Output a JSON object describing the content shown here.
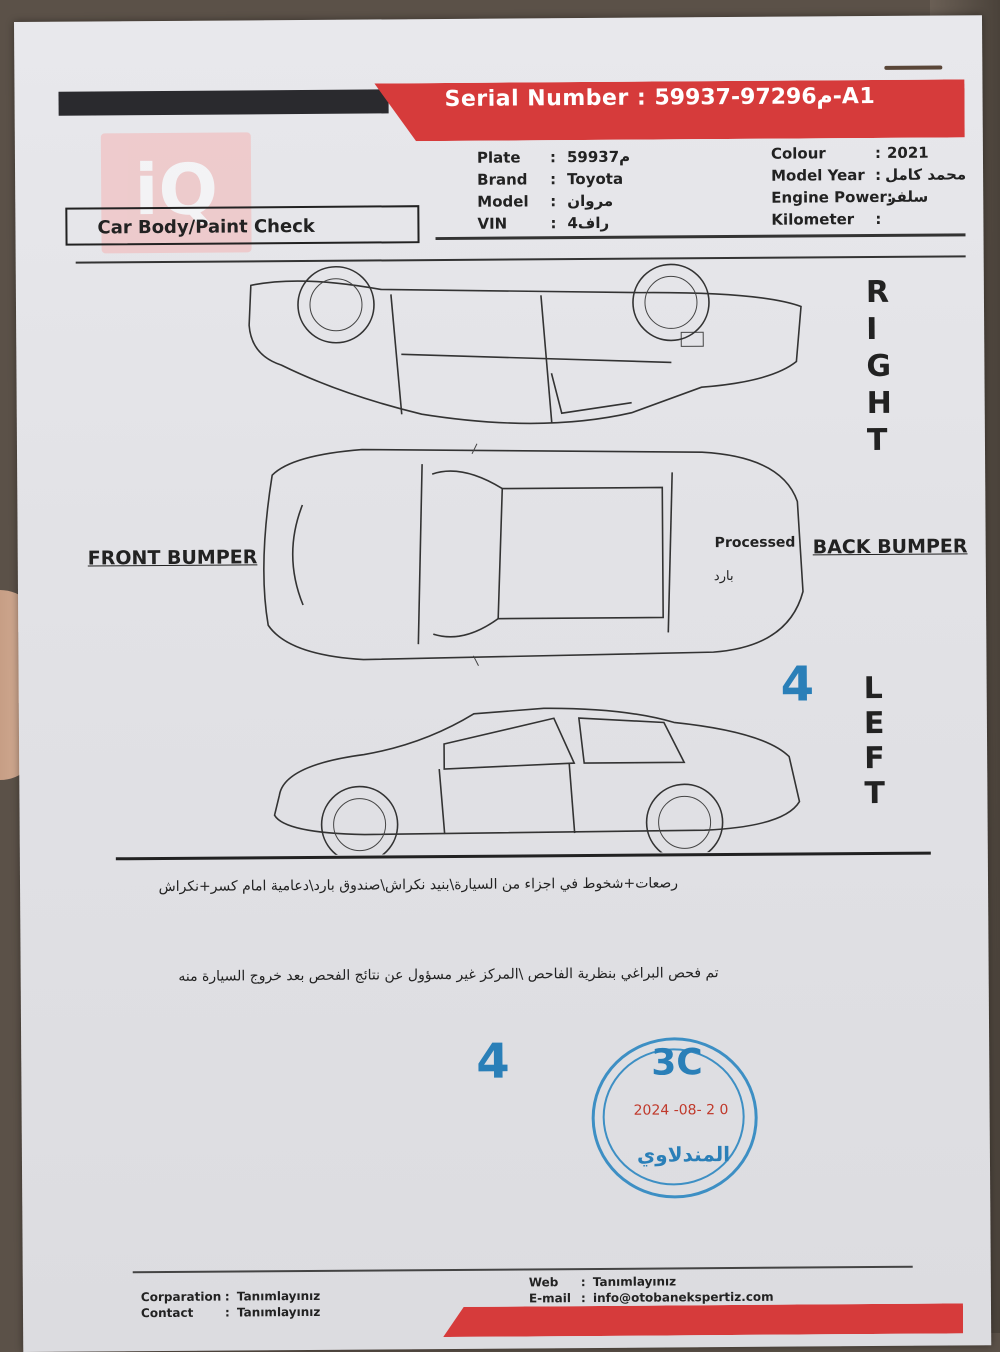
{
  "header": {
    "serial_label": "Serial Number :",
    "serial_value": "م97296-59937-A1",
    "logo_text": "iQ",
    "title": "Car Body/Paint Check"
  },
  "vehicle": {
    "plate_label": "Plate",
    "plate_value": "م59937",
    "brand_label": "Brand",
    "brand_value": "Toyota",
    "model_label": "Model",
    "model_value": "مروان",
    "vin_label": "VIN",
    "vin_value": "راف4",
    "colour_label": "Colour",
    "colour_value": "",
    "model_year_label": "Model Year",
    "model_year_value": "2021",
    "engine_label": "Engine Power:",
    "engine_value": "محمد كامل",
    "km_label": "Kilometer",
    "km_value": "سلفر",
    "sep": ":"
  },
  "diagram": {
    "right_letters": [
      "R",
      "I",
      "G",
      "H",
      "T"
    ],
    "left_letters": [
      "L",
      "E",
      "F",
      "T"
    ],
    "front_bumper": "FRONT BUMPER",
    "back_bumper": "BACK BUMPER",
    "processed": "Processed",
    "processed_ar": "بارد",
    "left_mark": "4"
  },
  "notes": {
    "damage": "رصعات+شخوط في اجزاء من السيارة\\بنيد نكراش\\صندوق بارد\\دعامية امام كسر+نكراش",
    "disclaimer": "تم فحص البراغي بنظرية الفاحص \\المركز غير مسؤول عن نتائج الفحص بعد خروج السيارة منه"
  },
  "stamp": {
    "mark": "4",
    "code": "3C",
    "date": "2024 -08- 2 0",
    "name": "المندلاوي",
    "color": "#2a7fb8"
  },
  "footer": {
    "corporation_label": "Corparation",
    "corporation_value": "Tanımlayınız",
    "contact_label": "Contact",
    "contact_value": "Tanımlayınız",
    "web_label": "Web",
    "web_value": "Tanımlayınız",
    "email_label": "E-mail",
    "email_value": "info@otobanekspertiz.com",
    "sep": ":"
  },
  "colors": {
    "accent_red": "#d63b3b",
    "dark": "#2a2a2e",
    "stamp_blue": "#2a7fb8"
  }
}
